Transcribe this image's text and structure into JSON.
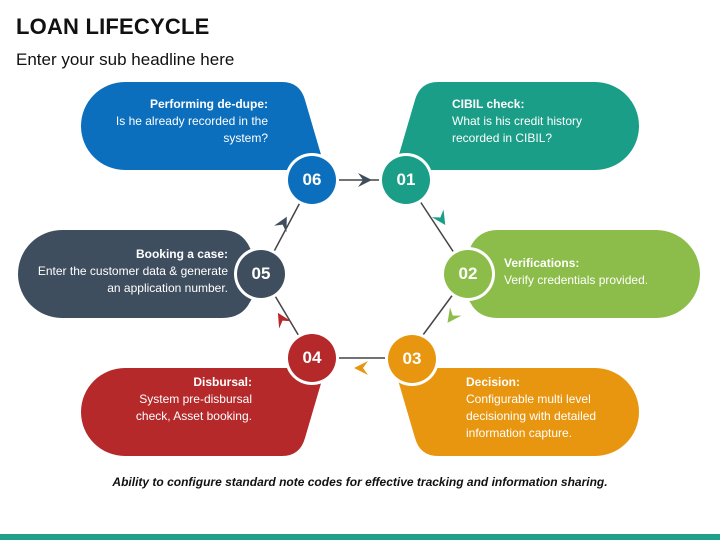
{
  "title": "LOAN LIFECYCLE",
  "subtitle": "Enter your sub headline here",
  "footer": "Ability to configure standard note codes for effective tracking and information sharing.",
  "colors": {
    "step01": "#1a9e87",
    "step02": "#8cbd4a",
    "step03": "#e8960f",
    "step04": "#b5292b",
    "step05": "#3f4e5e",
    "step06": "#0b6fbe",
    "accent_bar": "#1fa08a"
  },
  "steps": [
    {
      "number": "01",
      "heading": "CIBIL check:",
      "body": "What is his credit history recorded in CIBIL?"
    },
    {
      "number": "02",
      "heading": "Verifications:",
      "body": "Verify credentials provided."
    },
    {
      "number": "03",
      "heading": "Decision:",
      "body": "Configurable multi level decisioning with detailed information capture."
    },
    {
      "number": "04",
      "heading": "Disbursal:",
      "body": "System pre-disbursal check, Asset booking."
    },
    {
      "number": "05",
      "heading": "Booking a case:",
      "body": "Enter the customer data & generate an application number."
    },
    {
      "number": "06",
      "heading": "Performing de-dupe:",
      "body": "Is he already recorded in the system?"
    }
  ]
}
